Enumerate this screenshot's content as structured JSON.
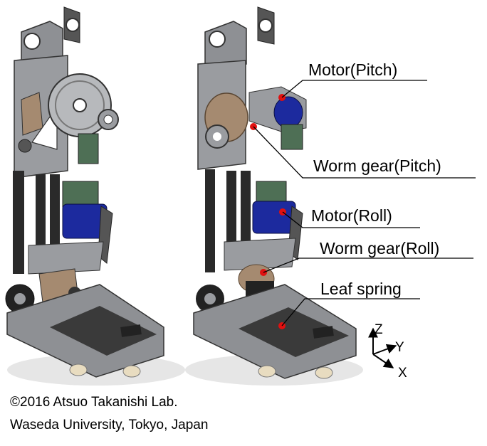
{
  "figure": {
    "callouts": [
      {
        "id": "motor-pitch",
        "label": "Motor(Pitch)"
      },
      {
        "id": "worm-gear-pitch",
        "label": "Worm gear(Pitch)"
      },
      {
        "id": "motor-roll",
        "label": "Motor(Roll)"
      },
      {
        "id": "worm-gear-roll",
        "label": "Worm gear(Roll)"
      },
      {
        "id": "leaf-spring",
        "label": "Leaf spring"
      }
    ],
    "axes": {
      "z": "Z",
      "y": "Y",
      "x": "X"
    },
    "colors": {
      "frame": "#9a9ca0",
      "frame_dark": "#55585c",
      "motor": "#1c2a9e",
      "gear": "#a58a70",
      "pcb": "#4e6f55",
      "marker": "#e01010"
    }
  },
  "credit": {
    "line1": "©2016 Atsuo Takanishi Lab.",
    "line2": "Waseda University, Tokyo, Japan"
  }
}
